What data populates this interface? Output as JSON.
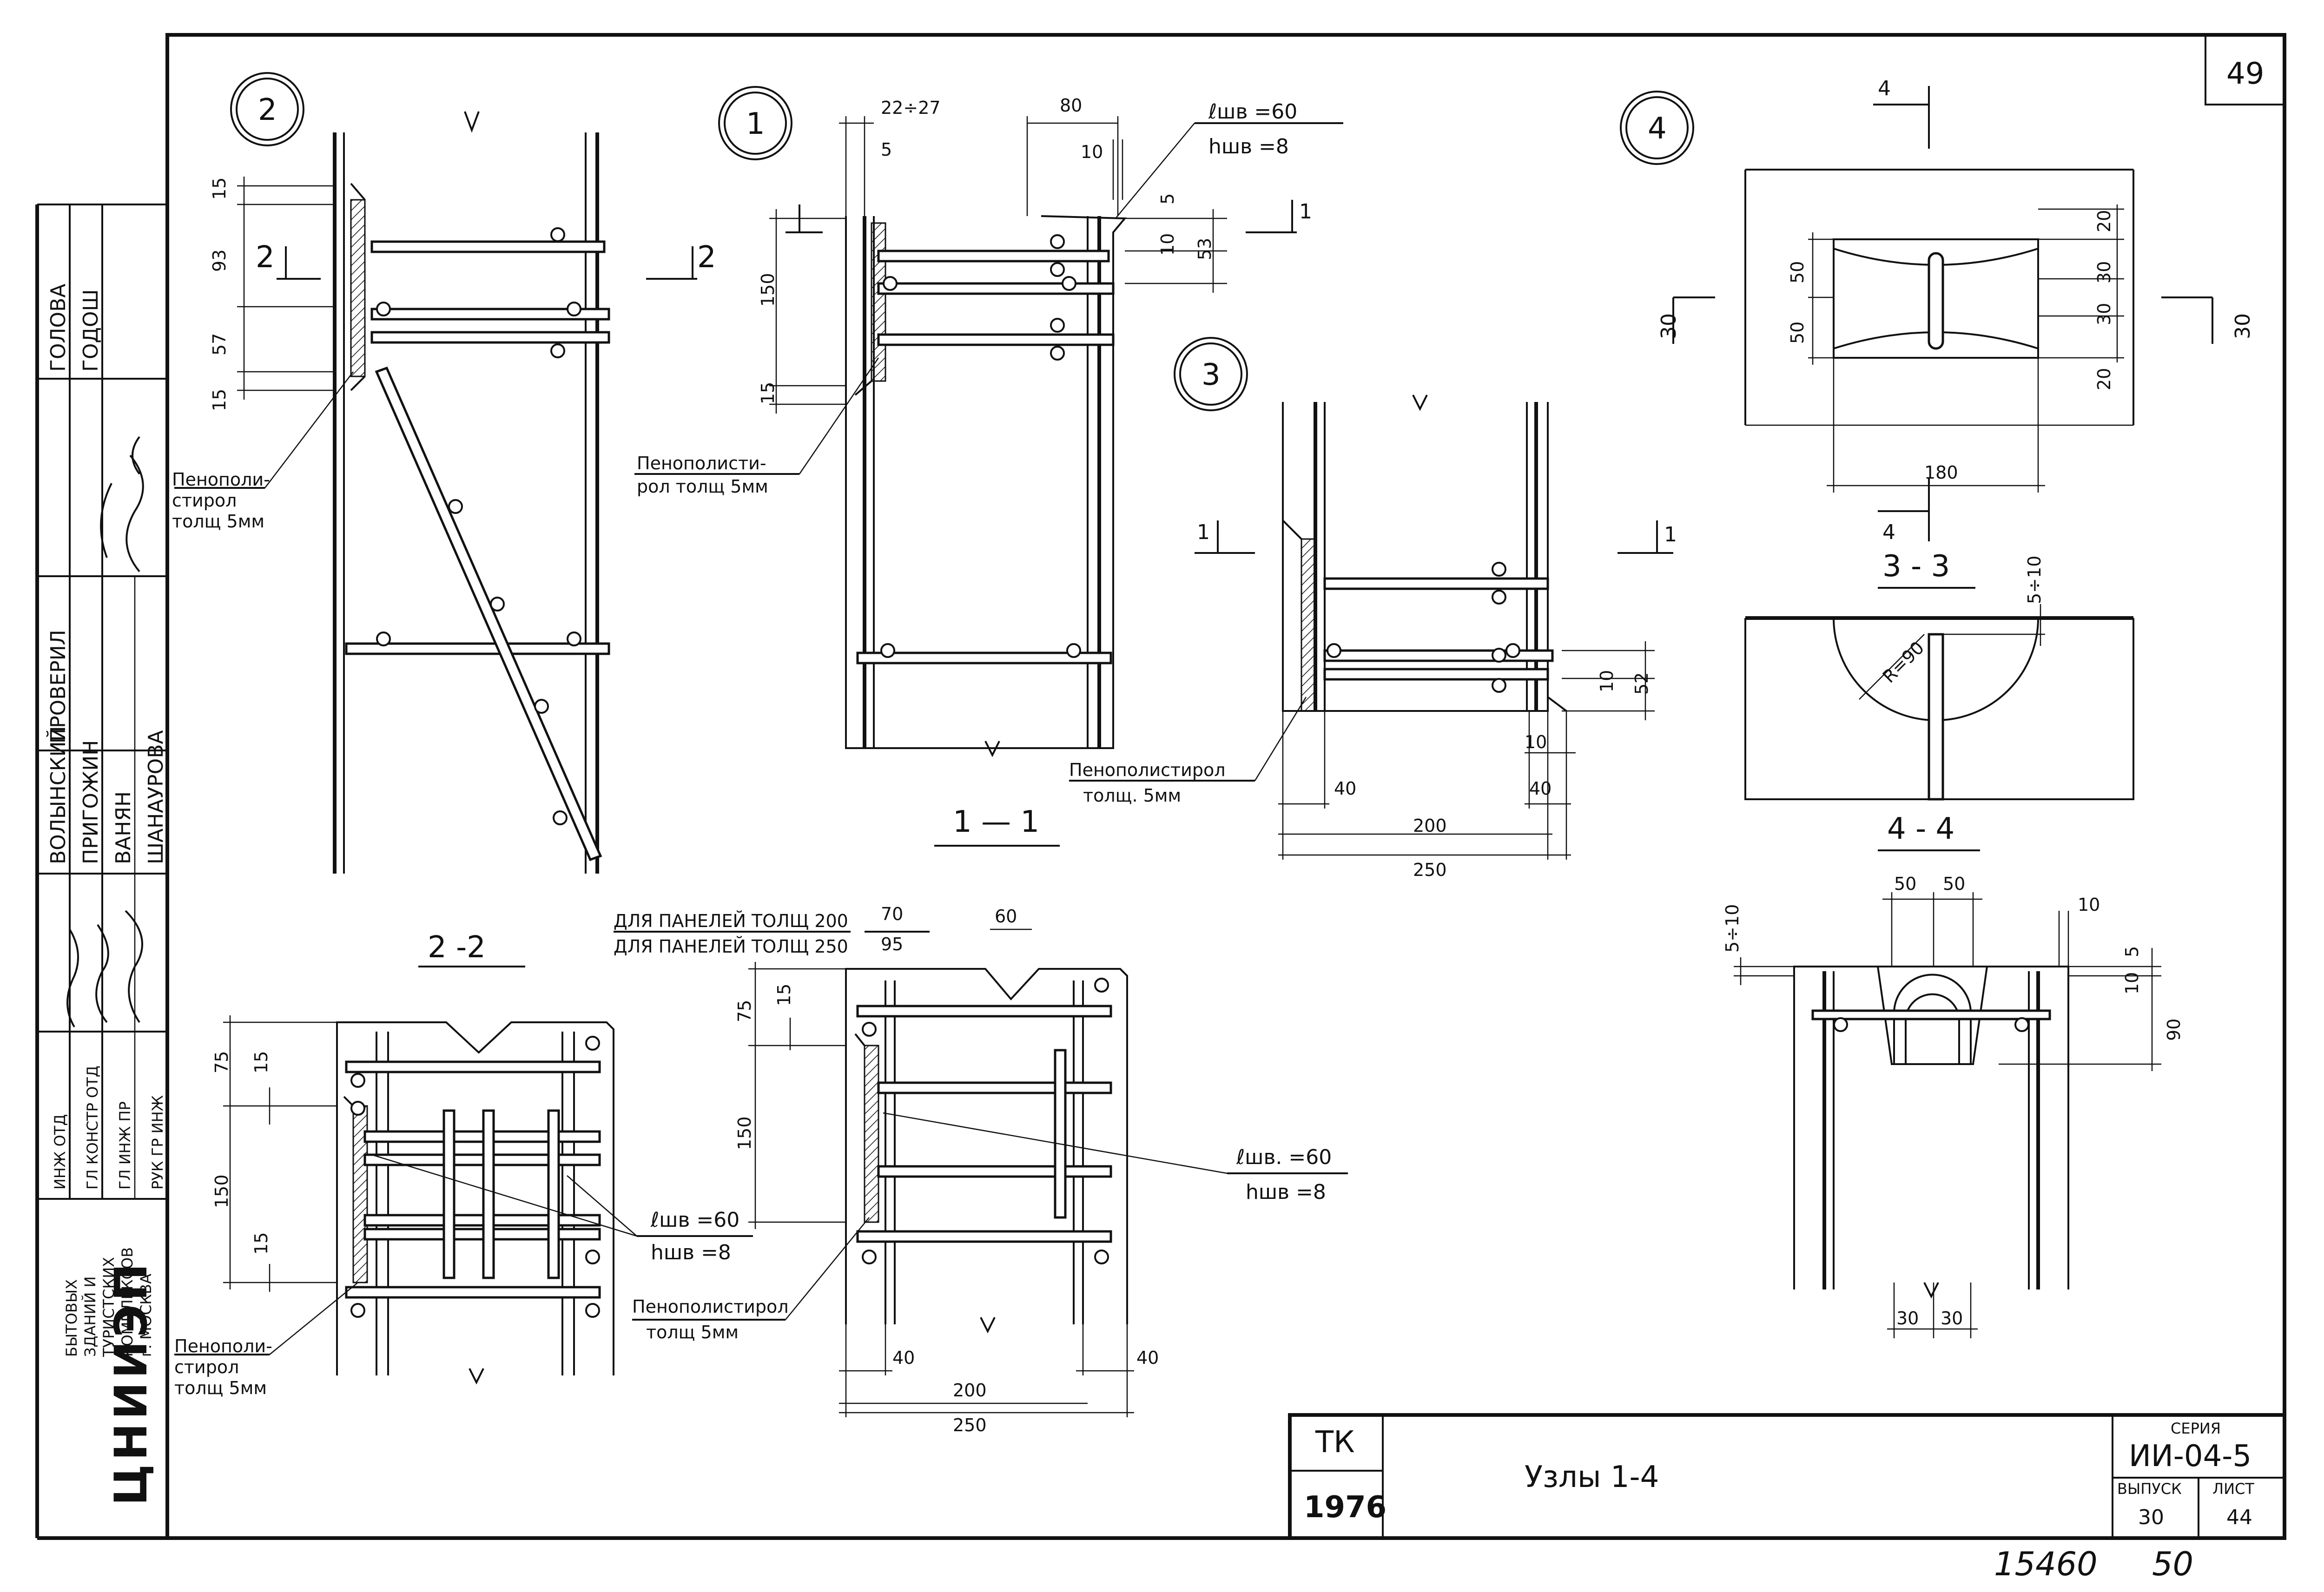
{
  "sheet_number": "49",
  "footer": {
    "inventory_number": "15460",
    "page_number": "50"
  },
  "title_block": {
    "org_code": "ТК",
    "year": "1976",
    "title": "Узлы 1-4",
    "series_label": "СЕРИЯ",
    "series_value": "ИИ-04-5",
    "issue_label": "ВЫПУСК",
    "issue_value": "30",
    "sheet_label": "ЛИСТ",
    "sheet_value": "44"
  },
  "left_strip": {
    "org_logo": "ЦНИИЭП",
    "org_lines": [
      "БЫТОВЫХ",
      "ЗДАНИЙ И",
      "ТУРИСТСКИХ",
      "КОМПЛЕКСОВ",
      "г. МОСКВА"
    ],
    "roles": [
      "РУК ГР ИНЖ",
      "ГЛ ИНЖ ПР",
      "ГЛ КОНСТР ОТД",
      "ИНЖ ОТД"
    ],
    "names": [
      "ШАНАУРОВА",
      "ВАНЯН",
      "ПРИГОЖИН",
      "ВОЛЫНСКИЙ",
      "ПРОВЕРИЛ",
      "ГОЛОВА",
      "ГОДОШ"
    ]
  },
  "callouts": {
    "node1": "1",
    "node2": "2",
    "node3": "3",
    "node4": "4",
    "section_1_1": "1 — 1",
    "section_2_2": "2 -2",
    "section_3_3": "3 - 3",
    "section_4_4": "4 - 4"
  },
  "notes": {
    "foam_a": "Пенополи-",
    "foam_b": "стирол",
    "foam_c": "толщ 5мм",
    "foam_node1_a": "Пенополисти-",
    "foam_node1_b": "рол толщ 5мм",
    "foam_node3_a": "Пенополистирол",
    "foam_node3_b": "толщ. 5мм",
    "foam_s11_a": "Пенополистирол",
    "foam_s11_b": "толщ 5мм",
    "weld_l": "ℓшв =60",
    "weld_h": "hшв =8",
    "weld_l2": "ℓшв. =60",
    "weld_h2": "hшв =8",
    "panel_200": "ДЛЯ ПАНЕЛЕЙ ТОЛЩ 200",
    "panel_250": "ДЛЯ ПАНЕЛЕЙ ТОЛЩ 250"
  },
  "dims": {
    "d15": "15",
    "d93": "93",
    "d57": "57",
    "d150": "150",
    "d75": "75",
    "d22_27": "22÷27",
    "d5": "5",
    "d80": "80",
    "d10": "10",
    "d53": "53",
    "d40": "40",
    "d52": "52",
    "d200": "200",
    "d250": "250",
    "d50": "50",
    "d30": "30",
    "d20": "20",
    "d180": "180",
    "d5_10": "5÷10",
    "d90": "90",
    "r90": "R=90",
    "d70": "70",
    "d95": "95",
    "d60": "60"
  }
}
